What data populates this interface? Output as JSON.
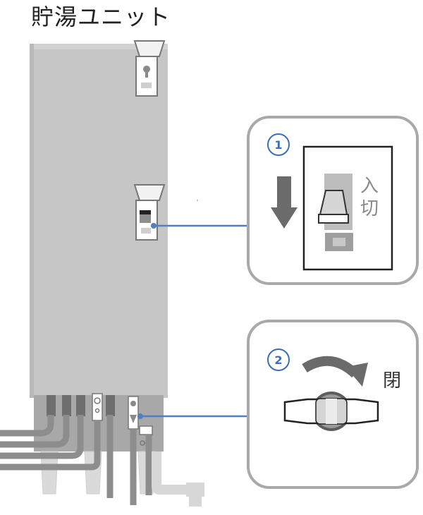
{
  "title": "貯湯ユニット",
  "callouts": [
    {
      "number": "1",
      "action": "turn switch down",
      "icon": "arrow-down-icon",
      "switch_labels": {
        "on": "入",
        "off": "切"
      }
    },
    {
      "number": "2",
      "action": "rotate valve to close",
      "icon": "curved-arrow-icon",
      "label": "閉"
    }
  ],
  "colors": {
    "unit_body": "#c6c6c6",
    "unit_base": "#a2a2a2",
    "pipe": "#8d8d8d",
    "leader_line": "#4f7fc0",
    "callout_border": "#a9a9a9",
    "callout_number": "#3a6fb5",
    "arrow": "#6b6b6b",
    "frame": "#222222"
  }
}
